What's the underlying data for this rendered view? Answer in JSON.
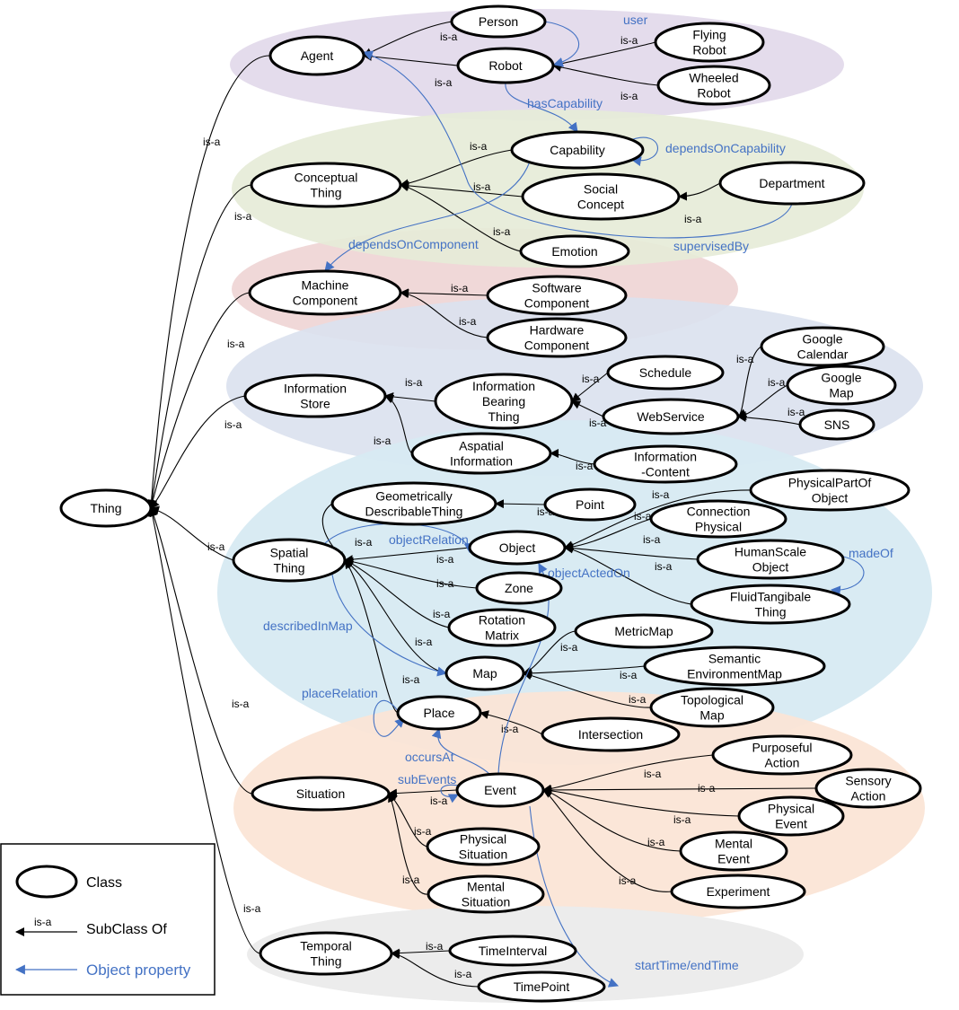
{
  "colors": {
    "agent_band": "#e4dcec",
    "conceptual_band": "#e6ecd8",
    "machine_band": "#f0d8d8",
    "information_band": "#dbe2ef",
    "spatial_band": "#d7eaf2",
    "situation_band": "#fbe5d6",
    "temporal_band": "#ececec",
    "subclass_edge": "#000000",
    "object_property": "#4472c4"
  },
  "nodes": {
    "thing": [
      "Thing"
    ],
    "agent": [
      "Agent"
    ],
    "person": [
      "Person"
    ],
    "robot": [
      "Robot"
    ],
    "flying_robot": [
      "Flying",
      "Robot"
    ],
    "wheeled_robot": [
      "Wheeled",
      "Robot"
    ],
    "conceptual_thing": [
      "Conceptual",
      "Thing"
    ],
    "capability": [
      "Capability"
    ],
    "social_concept": [
      "Social",
      "Concept"
    ],
    "department": [
      "Department"
    ],
    "emotion": [
      "Emotion"
    ],
    "machine_component": [
      "Machine",
      "Component"
    ],
    "software_component": [
      "Software",
      "Component"
    ],
    "hardware_component": [
      "Hardware",
      "Component"
    ],
    "information_store": [
      "Information",
      "Store"
    ],
    "information_bearing_thing": [
      "Information",
      "Bearing",
      "Thing"
    ],
    "schedule": [
      "Schedule"
    ],
    "webservice": [
      "WebService"
    ],
    "google_calendar": [
      "Google",
      "Calendar"
    ],
    "google_map": [
      "Google",
      "Map"
    ],
    "sns": [
      "SNS"
    ],
    "aspatial_information": [
      "Aspatial",
      "Information"
    ],
    "information_content": [
      "Information",
      "-Content"
    ],
    "geometrically_describable_thing": [
      "Geometrically",
      "DescribableThing"
    ],
    "point": [
      "Point"
    ],
    "physical_part_of_object": [
      "PhysicalPartOf",
      "Object"
    ],
    "connection_physical": [
      "Connection",
      "Physical"
    ],
    "object": [
      "Object"
    ],
    "humanscale_object": [
      "HumanScale",
      "Object"
    ],
    "fluid_tangible_thing": [
      "FluidTangibale",
      "Thing"
    ],
    "spatial_thing": [
      "Spatial",
      "Thing"
    ],
    "zone": [
      "Zone"
    ],
    "rotation_matrix": [
      "Rotation",
      "Matrix"
    ],
    "metric_map": [
      "MetricMap"
    ],
    "semantic_environment_map": [
      "Semantic",
      "EnvironmentMap"
    ],
    "map": [
      "Map"
    ],
    "topological_map": [
      "Topological",
      "Map"
    ],
    "place": [
      "Place"
    ],
    "intersection": [
      "Intersection"
    ],
    "situation": [
      "Situation"
    ],
    "event": [
      "Event"
    ],
    "purposeful_action": [
      "Purposeful",
      "Action"
    ],
    "sensory_action": [
      "Sensory",
      "Action"
    ],
    "physical_event": [
      "Physical",
      "Event"
    ],
    "mental_event": [
      "Mental",
      "Event"
    ],
    "experiment": [
      "Experiment"
    ],
    "physical_situation": [
      "Physical",
      "Situation"
    ],
    "mental_situation": [
      "Mental",
      "Situation"
    ],
    "temporal_thing": [
      "Temporal",
      "Thing"
    ],
    "time_interval": [
      "TimeInterval"
    ],
    "time_point": [
      "TimePoint"
    ]
  },
  "isa_label": "is-a",
  "object_properties": {
    "user": "user",
    "has_capability": "hasCapability",
    "depends_on_capability": "dependsOnCapability",
    "depends_on_component": "dependsOnComponent",
    "supervised_by": "supervisedBy",
    "object_relation": "objectRelation",
    "object_acted_on": "objectActedOn",
    "made_of": "madeOf",
    "described_in_map": "describedInMap",
    "place_relation": "placeRelation",
    "occurs_at": "occursAt",
    "sub_events": "subEvents",
    "start_end_time": "startTime/endTime"
  },
  "legend": {
    "class_label": "Class",
    "isa_sample": "is-a",
    "subclass_label": "SubClass Of",
    "property_label": "Object property"
  }
}
